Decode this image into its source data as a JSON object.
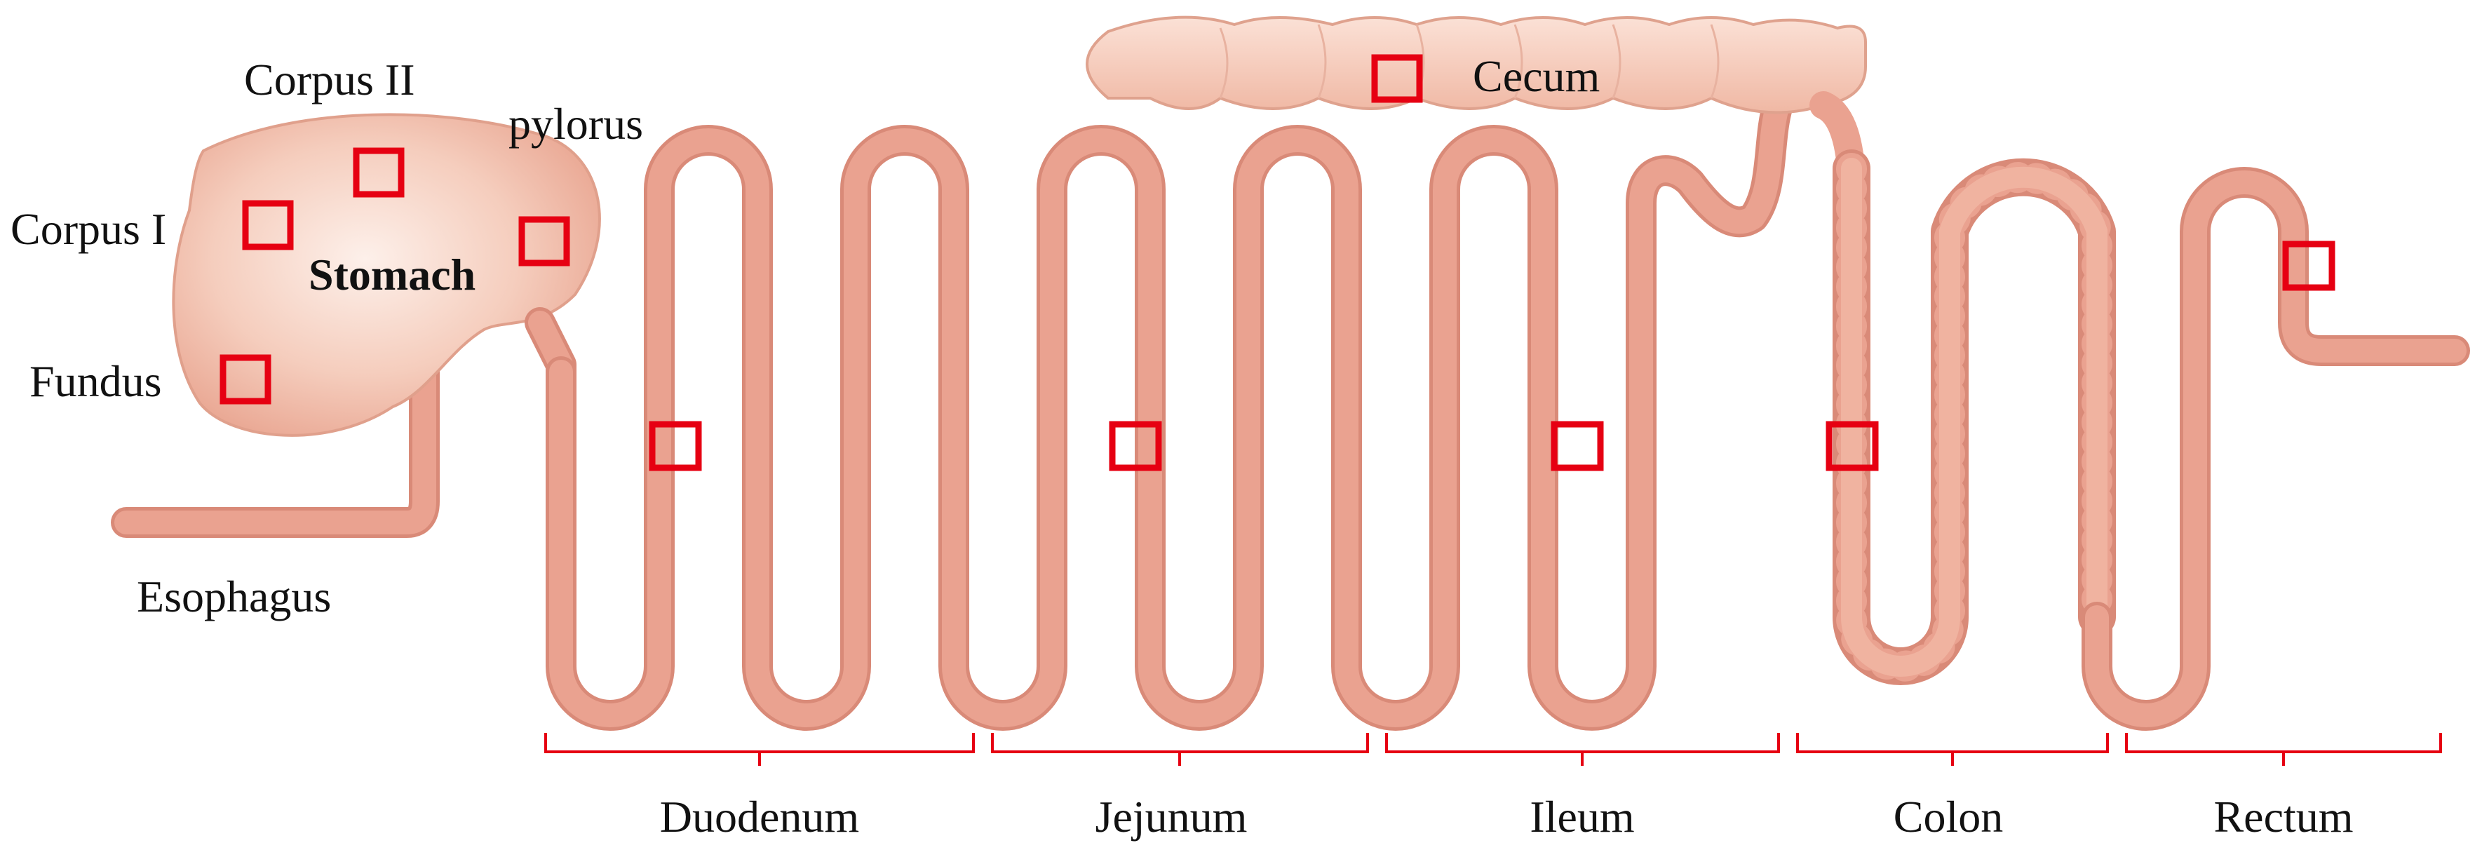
{
  "labels": {
    "corpus_2": "Corpus II",
    "pylorus": "pylorus",
    "corpus_1": "Corpus I",
    "stomach": "Stomach",
    "fundus": "Fundus",
    "esophagus": "Esophagus",
    "cecum": "Cecum"
  },
  "segments": {
    "duodenum": "Duodenum",
    "jejunum": "Jejunum",
    "ileum": "Ileum",
    "colon": "Colon",
    "rectum": "Rectum"
  },
  "colors": {
    "tissue": "#eaa290",
    "tissue_edge": "#d98a78",
    "organ_fill": "#f6cfc0",
    "marker": "#e60012",
    "text": "#111111"
  }
}
